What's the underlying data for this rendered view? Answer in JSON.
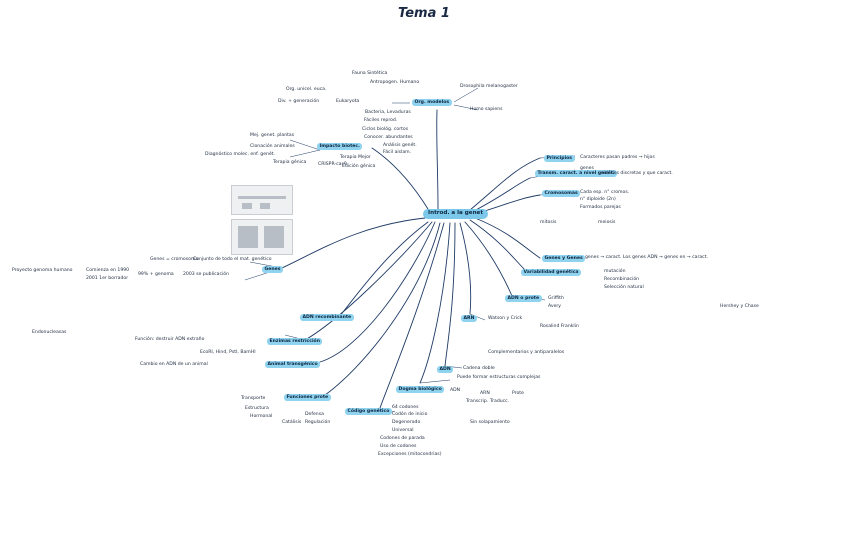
{
  "title": "Tema 1",
  "center": "Introd. a la genet",
  "branches": {
    "org_modelos": {
      "label": "Org. modelos",
      "items": [
        "Fauna Sintética",
        "Antropogen. Humano",
        "Org. unicel. euca.",
        "Div. + generación",
        "Eukaryota",
        "Bacteria, Levaduras",
        "Drosophila melanogaster",
        "Homo sapiens",
        "Fáciles reprod.",
        "Ciclos biológ. cortos",
        "Conocer. abundantes",
        "Análisis genét.",
        "Fácil aislam."
      ]
    },
    "impacto": {
      "label": "Impacto biotec.",
      "items": [
        "Mej. genet. plantas",
        "Clonación animales",
        "Diagnóstico molec. enf. genét.",
        "Terapia génica",
        "Terapia Mejor",
        "CRISPR-cas9",
        "Edición génica"
      ]
    },
    "principios": {
      "label": "Principios",
      "items": [
        "Caracteres pasan padres → hijos"
      ]
    },
    "transm": {
      "label": "Transm. caract. a nivel genét.",
      "items": [
        "genes",
        "unidades discretas y que caract."
      ]
    },
    "cromosomas": {
      "label": "Cromosomas",
      "items": [
        "Cada esp. n° cromos.",
        "n° diploide (2n)",
        "Formados parejas",
        "mitosis",
        "meiosis"
      ]
    },
    "genes": {
      "label": "Genes",
      "items": [
        "Genes = cromosoma",
        "Conjunto de todo el mat. genético"
      ]
    },
    "proyecto": {
      "label": "Proyecto genoma humano",
      "items": [
        "Comienza en 1990",
        "2001 1er borrador",
        "99% + genoma",
        "2003 se publicación"
      ]
    },
    "genes_y_genes": {
      "label": "Genes y Genes",
      "items": [
        "genes → caract. Los genes ADN → genes en → caract."
      ]
    },
    "variabilidad": {
      "label": "Variabilidad genética",
      "items": [
        "mutación",
        "Recombinación",
        "Selección natural"
      ]
    },
    "adn_recombinante": {
      "label": "ADN recombinante",
      "items": []
    },
    "adn_o_prote": {
      "label": "ADN o prote",
      "items": [
        "Griffith",
        "Avery",
        "Hershey y Chase"
      ]
    },
    "enzimas": {
      "label": "Enzimas restricción",
      "items": [
        "Endonucleasas",
        "Función: destruir ADN extraño",
        "EcoRI, Hind, PstI, BamHI"
      ]
    },
    "arn": {
      "label": "ARN",
      "items": [
        "Watson y Crick",
        "Rosalind Franklin",
        "Complementarios y antiparalelos"
      ]
    },
    "animal_genetico": {
      "label": "Animal transgénico",
      "items": [
        "Cambio en ADN de un animal"
      ]
    },
    "adn": {
      "label": "ADN",
      "items": [
        "Cadena doble",
        "Puede formar estructuras complejas"
      ]
    },
    "dogma": {
      "label": "Dogma biológico",
      "items": [
        "ADN",
        "ARN",
        "Prote",
        "Transcrip.",
        "Traducc."
      ]
    },
    "funciones": {
      "label": "Funciones prote",
      "items": [
        "Estructura",
        "Transporte",
        "Hormonal",
        "Catálisis",
        "Defensa",
        "Regulación"
      ]
    },
    "codigo": {
      "label": "Código genético",
      "items": [
        "64 codones",
        "Codón de inicio",
        "Degenerado",
        "Sin solapamiento",
        "Universal",
        "Codones de parada",
        "Uso de codones",
        "Excepciones (mitocondrias)"
      ]
    }
  }
}
